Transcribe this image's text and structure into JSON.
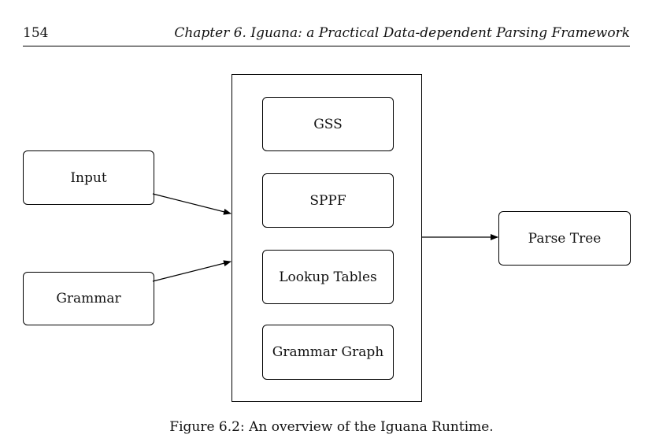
{
  "header": {
    "page_number": "154",
    "running_head": "Chapter 6.  Iguana: a Practical Data-dependent Parsing Framework"
  },
  "figure": {
    "inputs": [
      "Input",
      "Grammar"
    ],
    "runtime_components": [
      "GSS",
      "SPPF",
      "Lookup Tables",
      "Grammar Graph"
    ],
    "output": "Parse Tree",
    "caption": "Figure 6.2: An overview of the Iguana Runtime."
  }
}
